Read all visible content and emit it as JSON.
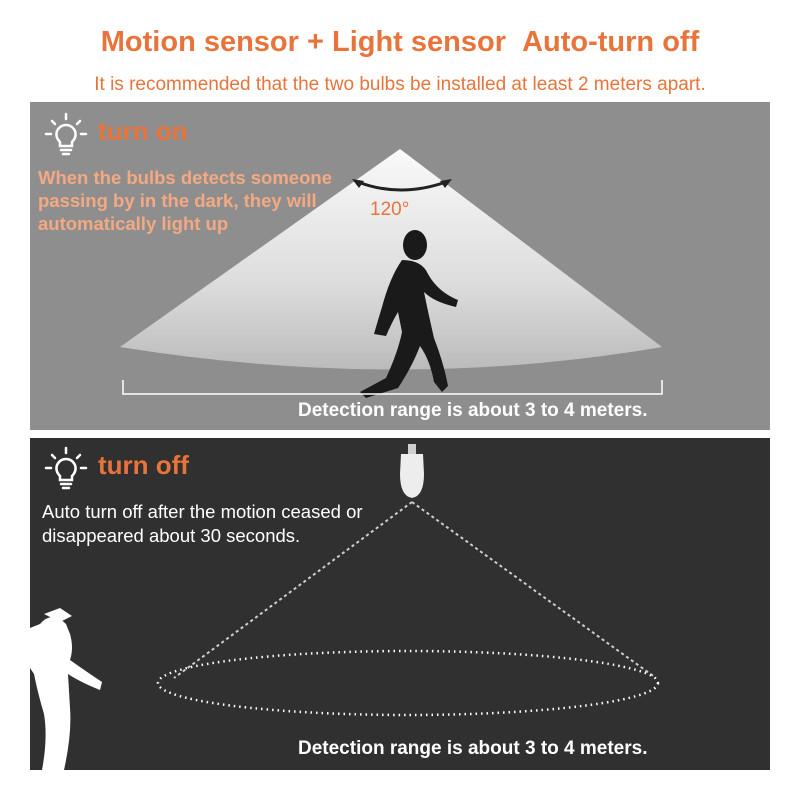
{
  "header": {
    "title_left": "Motion sensor + Light sensor",
    "title_right": "Auto-turn off",
    "subtitle": "It is recommended that the two bulbs be installed at least 2 meters apart."
  },
  "panel_on": {
    "label": "turn on",
    "icon": "lightbulb-icon",
    "description": "When the bulbs detects someone passing by in the dark, they will automatically light up",
    "angle": "120°",
    "range_text": "Detection range is about 3 to 4 meters."
  },
  "panel_off": {
    "label": "turn off",
    "icon": "lightbulb-icon",
    "description": "Auto turn off after the motion ceased or disappeared about 30 seconds.",
    "range_text": "Detection range is about 3 to 4 meters."
  },
  "colors": {
    "accent": "#e8743b",
    "accent_light": "#f4a983",
    "panel_on_bg": "#8e8e8e",
    "panel_off_bg": "#303030"
  }
}
